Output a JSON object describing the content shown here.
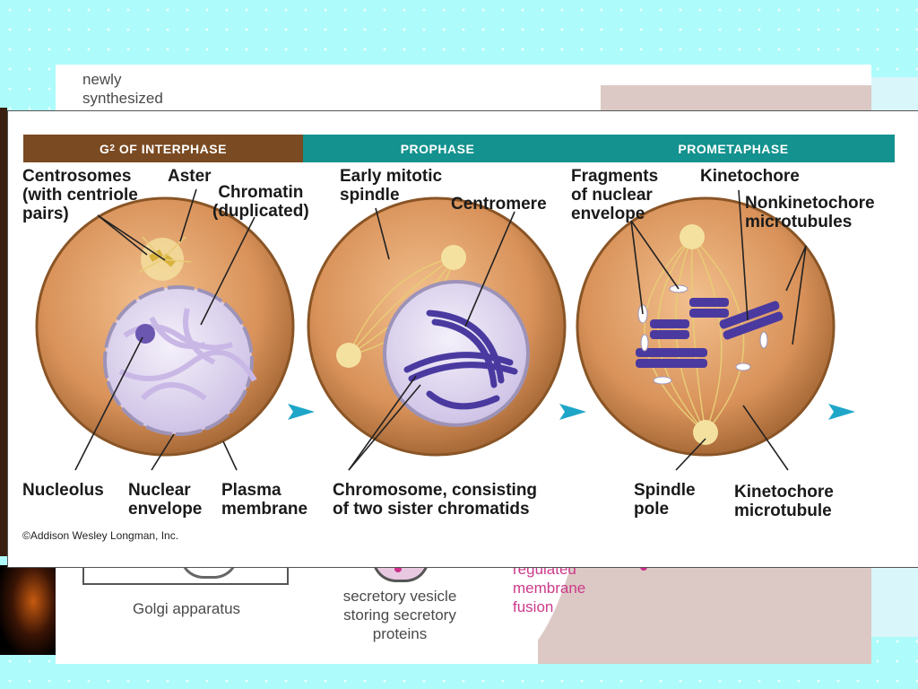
{
  "background_slide": {
    "top_text_line1": "newly",
    "top_text_line2": "synthesized",
    "golgi_label": "Golgi apparatus",
    "vesicle_label_line1": "secretory vesicle",
    "vesicle_label_line2": "storing secretory",
    "vesicle_label_line3": "proteins",
    "fusion_label_line1": "regulated",
    "fusion_label_line2": "membrane",
    "fusion_label_line3": "fusion"
  },
  "phases": {
    "g2_prefix": "G",
    "g2_sub": "2",
    "g2_suffix": " OF INTERPHASE",
    "prophase": "PROPHASE",
    "prometaphase": "PROMETAPHASE"
  },
  "labels": {
    "centrosomes_1": "Centrosomes",
    "centrosomes_2": "(with centriole",
    "centrosomes_3": "pairs)",
    "aster": "Aster",
    "chromatin_1": "Chromatin",
    "chromatin_2": "(duplicated)",
    "nucleolus": "Nucleolus",
    "nuclear_envelope_1": "Nuclear",
    "nuclear_envelope_2": "envelope",
    "plasma_membrane_1": "Plasma",
    "plasma_membrane_2": "membrane",
    "early_spindle_1": "Early mitotic",
    "early_spindle_2": "spindle",
    "centromere": "Centromere",
    "chromosome_1": "Chromosome, consisting",
    "chromosome_2": "of two sister chromatids",
    "fragments_1": "Fragments",
    "fragments_2": "of nuclear",
    "fragments_3": "envelope",
    "kinetochore": "Kinetochore",
    "nonkinetochore_1": "Nonkinetochore",
    "nonkinetochore_2": "microtubules",
    "spindle_pole_1": "Spindle",
    "spindle_pole_2": "pole",
    "kinetochore_mt_1": "Kinetochore",
    "kinetochore_mt_2": "microtubule"
  },
  "copyright": "©Addison Wesley Longman, Inc.",
  "colors": {
    "interphase_bar": "#7a4a22",
    "mitosis_bar": "#13928f",
    "cell_fill": "#d9925a",
    "nucleus_fill": "#e6dff2",
    "chromosome": "#4a3aa0",
    "arrow": "#1ea6c8"
  }
}
